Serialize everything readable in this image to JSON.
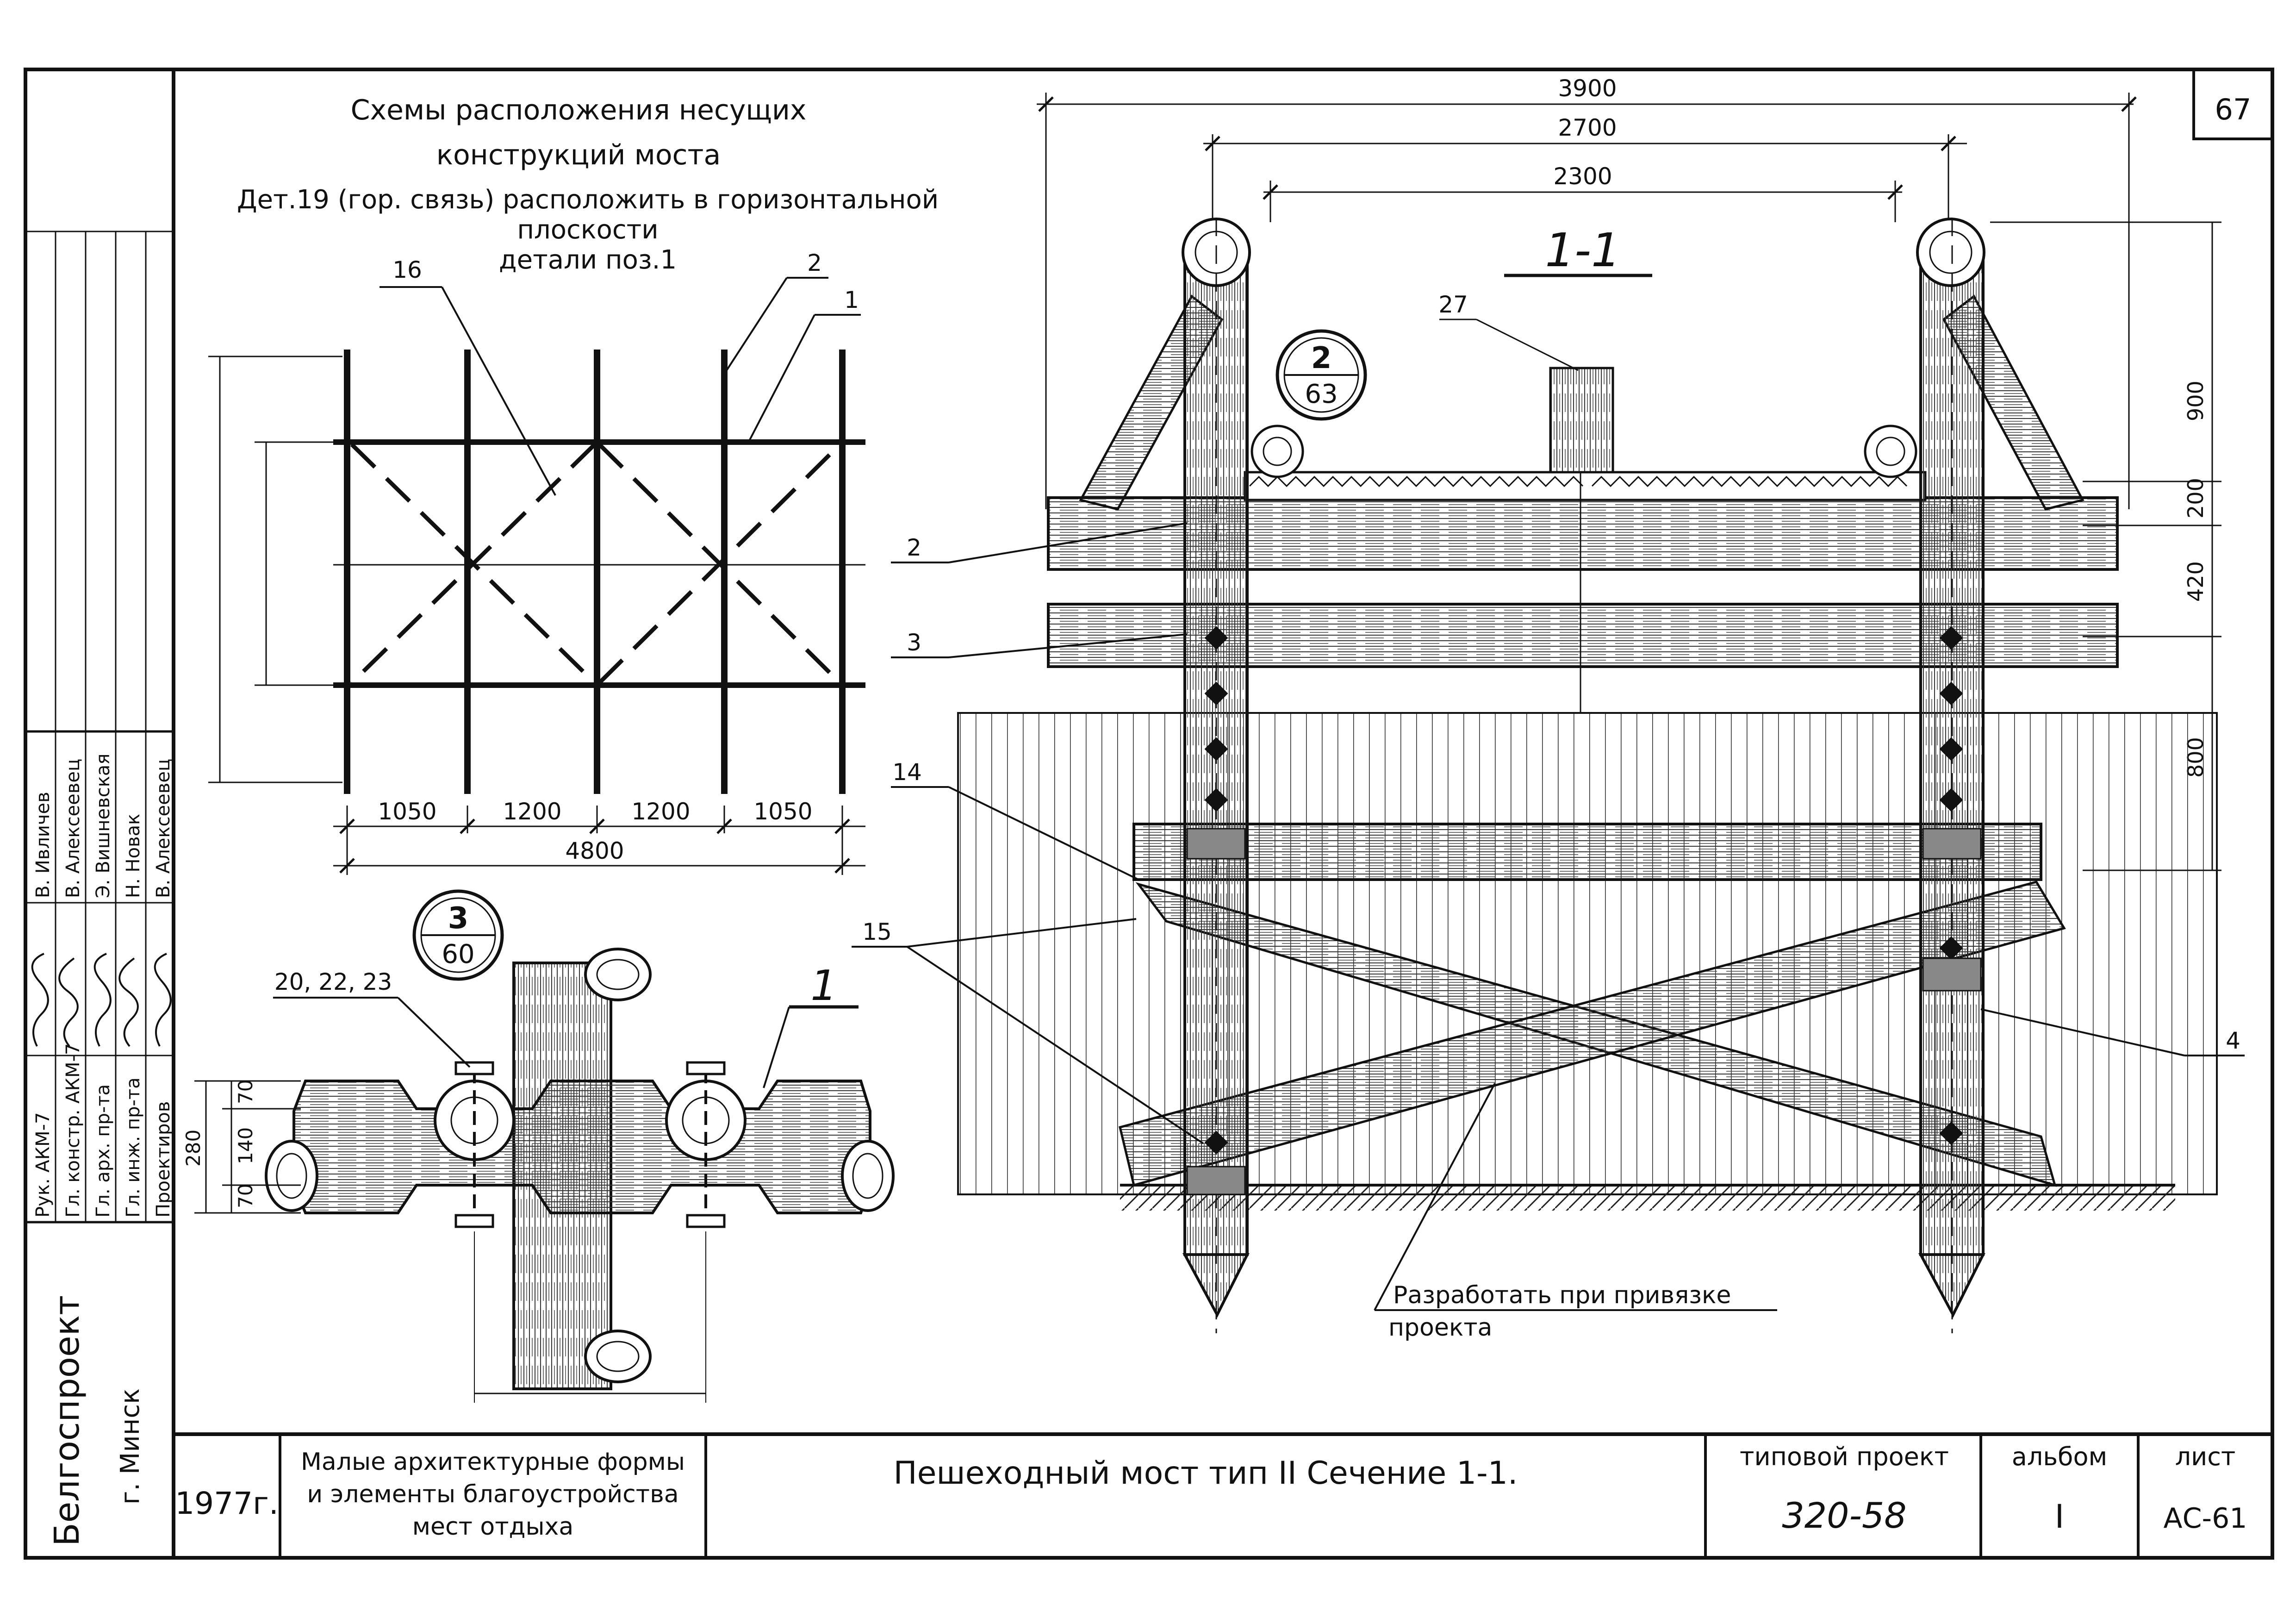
{
  "sheet_number": "67",
  "scheme": {
    "title_line1": "Схемы расположения несущих",
    "title_line2": "конструкций моста",
    "note_line1": "Дет.19 (гор. связь) расположить в горизонтальной",
    "note_line2": "плоскости",
    "note_line3": "детали поз.1",
    "callouts": [
      "16",
      "2",
      "1"
    ],
    "dims": [
      "1050",
      "1200",
      "1200",
      "1050"
    ],
    "dim_total": "4800"
  },
  "section": {
    "title": "1-1",
    "dims_top": [
      "3900",
      "2700",
      "2300"
    ],
    "dims_right": [
      "900",
      "200",
      "420",
      "800"
    ],
    "callouts": [
      "27",
      "2",
      "3",
      "14",
      "15",
      "4"
    ],
    "ref_2_top": "2",
    "ref_2_bottom": "63",
    "note_line1": "Разработать при привязке",
    "note_line2": "проекта"
  },
  "detail": {
    "ref_top": "3",
    "ref_bottom": "60",
    "label": "1",
    "callout": "20, 22, 23",
    "dims": [
      "70",
      "140",
      "70"
    ],
    "dim_total": "280"
  },
  "stamp": {
    "roles": [
      "Рук. АКМ-7",
      "Гл. констр. АКМ-7",
      "Гл. арх. пр-та",
      "Гл. инж. пр-та",
      "Проектиров"
    ],
    "names": [
      "В. Ивличев",
      "В. Алексеевец",
      "Э. Вишневская",
      "Н. Новак",
      "В. Алексеевец"
    ],
    "org": "Белгоспроект",
    "city": "г. Минск"
  },
  "title_block": {
    "year": "1977г.",
    "subject_line1": "Малые архитектурные формы",
    "subject_line2": "и элементы благоустройства",
    "subject_line3": "мест отдыха",
    "sheet_title": "Пешеходный мост тип II Сечение 1-1.",
    "project_label": "типовой проект",
    "project_value": "320-58",
    "album_label": "альбом",
    "album_value": "I",
    "sheet_label": "лист",
    "sheet_value": "АС-61"
  }
}
